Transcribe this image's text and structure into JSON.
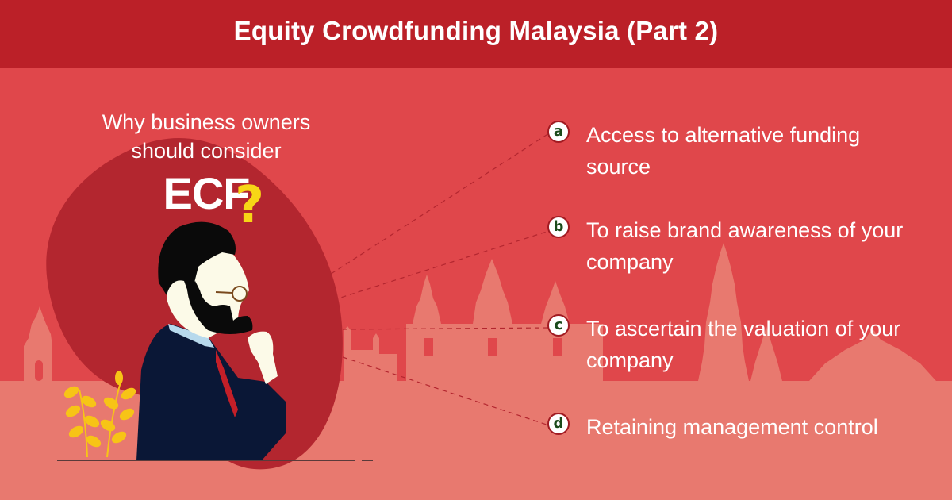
{
  "header": {
    "title": "Equity Crowdfunding Malaysia (Part 2)"
  },
  "question": {
    "line1": "Why business owners",
    "line2": "should consider",
    "highlight": "ECF",
    "mark": "?"
  },
  "reasons": [
    {
      "badge": "a",
      "text": "Access to alternative funding source"
    },
    {
      "badge": "b",
      "text": "To raise brand awareness of your company"
    },
    {
      "badge": "c",
      "text": "To ascertain the valuation of your company"
    },
    {
      "badge": "d",
      "text": "Retaining management control"
    }
  ],
  "colors": {
    "header_bg": "#bb2028",
    "background": "#e0474b",
    "ground": "#e8796f",
    "blob": "#b3262f",
    "accent_yellow": "#f7d616",
    "badge_text": "#1a4a1a"
  }
}
